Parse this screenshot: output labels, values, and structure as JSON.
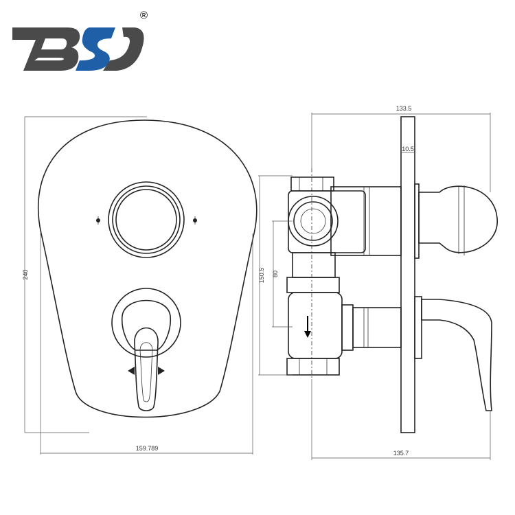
{
  "brand": {
    "registered_mark": "®",
    "colors": {
      "gray": "#4a4a4a",
      "blue": "#1f5fa8"
    }
  },
  "dimensions": {
    "front_height": "240",
    "front_width": "159.789",
    "side_top_width": "133.5",
    "side_plate_thickness": "10.5",
    "side_body_height": "150.5",
    "side_inner_height": "80",
    "side_bottom_width": "135.7"
  },
  "colors": {
    "line": "#222222",
    "dimension": "#555555"
  }
}
